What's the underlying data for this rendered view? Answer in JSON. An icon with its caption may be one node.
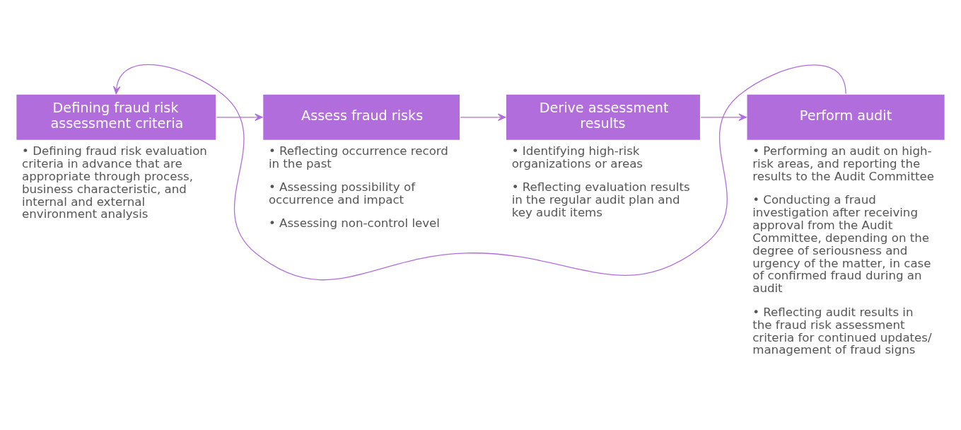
{
  "diagram": {
    "nodes": [
      {
        "text": [
          "Defining fraud risk assessment criteria"
        ],
        "beside": [
          "• Defining fraud risk evaluation criteria in advance that are appropriate through process, business characteristic, and internal and external environment analysis"
        ]
      },
      {
        "text": [
          "Assess fraud risks"
        ],
        "beside": [
          "• Reflecting occurrence record in the past",
          "• Assessing possibility of occurrence and impact",
          "• Assessing non-control level"
        ]
      },
      {
        "text": [
          "Derive assessment results"
        ],
        "beside": [
          "• Identifying high-risk organizations or areas",
          "• Reflecting evaluation results in the regular audit plan and key audit items"
        ]
      },
      {
        "text": [
          "Perform audit"
        ],
        "beside": [
          "• Performing an audit on high-risk areas, and reporting the results to the Audit Committee",
          "• Conducting a fraud investigation after receiving approval from the Audit Committee, depending on the degree of seriousness and urgency of the matter, in case of confirmed fraud during an audit",
          "• Reflecting audit results in the fraud risk assessment criteria for continued updates/ management of fraud signs"
        ]
      }
    ],
    "edges": [
      {
        "from": 0,
        "to": 1,
        "arrow": "to"
      },
      {
        "from": 1,
        "to": 2,
        "arrow": "to"
      },
      {
        "from": 2,
        "to": 3,
        "arrow": "to"
      },
      {
        "from": 3,
        "to": 0,
        "arrow": "to"
      }
    ]
  }
}
